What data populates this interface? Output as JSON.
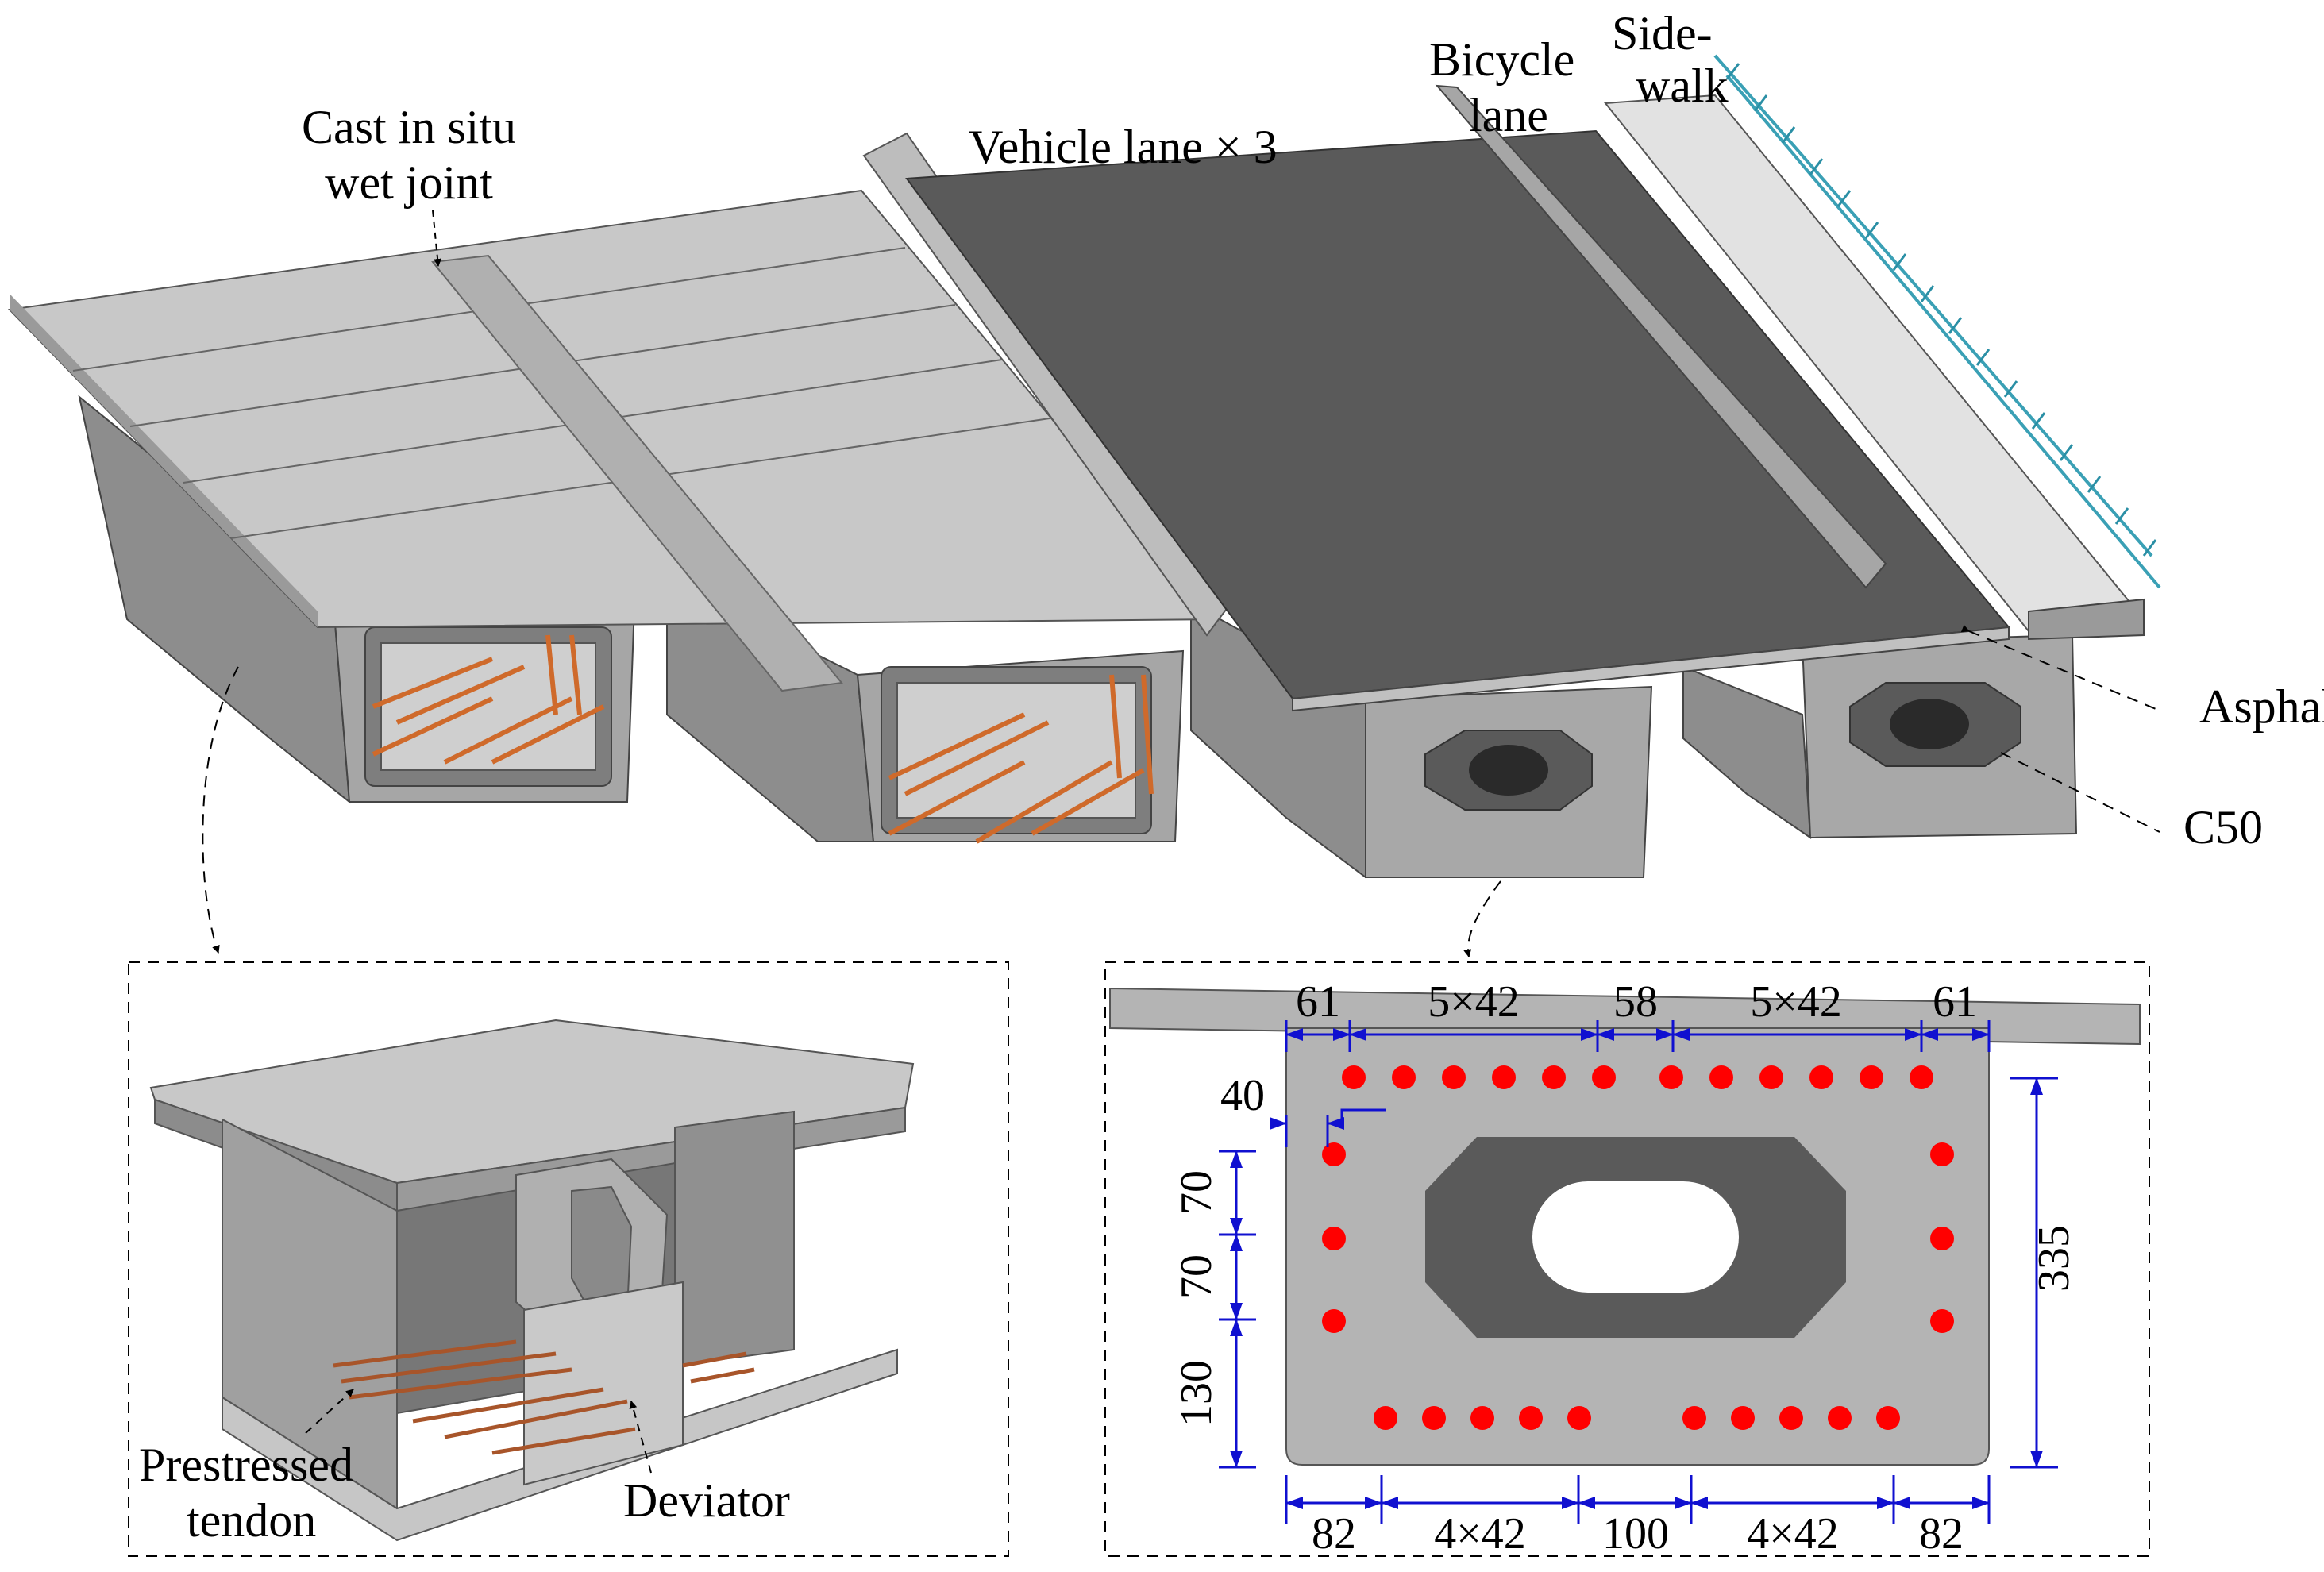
{
  "labels": {
    "wet_joint_line1": "Cast in situ",
    "wet_joint_line2": "wet joint",
    "vehicle_lane": "Vehicle lane × 3",
    "bicycle_line1": "Bicycle",
    "bicycle_line2": "lane",
    "sidewalk_line1": "Side-",
    "sidewalk_line2": "walk",
    "asphalt": "Asphalt",
    "concrete": "C50",
    "tendon_line1": "Prestressed",
    "tendon_line2": "tendon",
    "deviator": "Deviator"
  },
  "dimensions": {
    "top": [
      "61",
      "5×42",
      "58",
      "5×42",
      "61"
    ],
    "left_offset": "40",
    "left_vertical": [
      "70",
      "70",
      "130"
    ],
    "right_vertical": "335",
    "bottom": [
      "82",
      "4×42",
      "100",
      "4×42",
      "82"
    ]
  },
  "colors": {
    "deck": "#c8c8c8",
    "asphalt": "#5a5a5a",
    "box": "#a4a4a4",
    "tendon": "#cf6a2b",
    "duct": "#ff0000",
    "dimension": "#1010d0",
    "railing": "#3aa0b5"
  }
}
